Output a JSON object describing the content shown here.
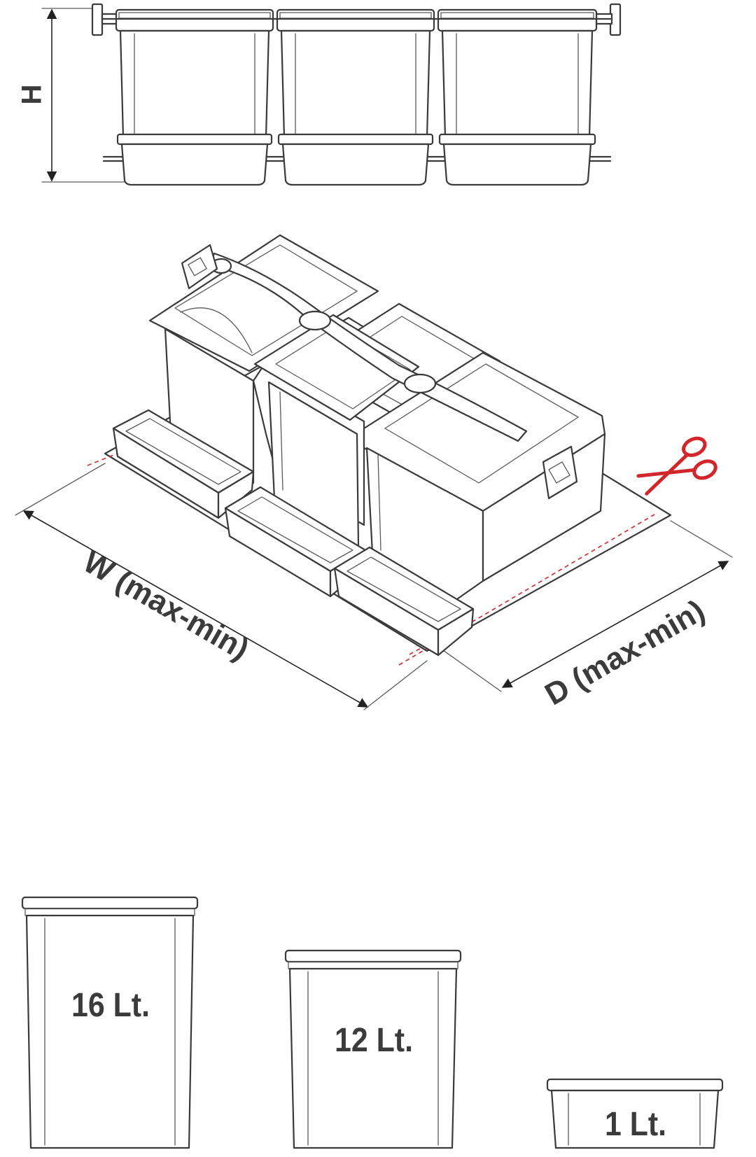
{
  "dimensions": {
    "height_label": "H",
    "width_label": "W (max-min)",
    "depth_label": "D (max-min)"
  },
  "containers": [
    {
      "label": "16 Lt."
    },
    {
      "label": "12 Lt."
    },
    {
      "label": "1 Lt."
    }
  ],
  "colors": {
    "line": "#3a3a3a",
    "cut_mark": "#d1262b"
  },
  "icons": [
    "scissors-icon",
    "dimension-arrow-icon"
  ]
}
